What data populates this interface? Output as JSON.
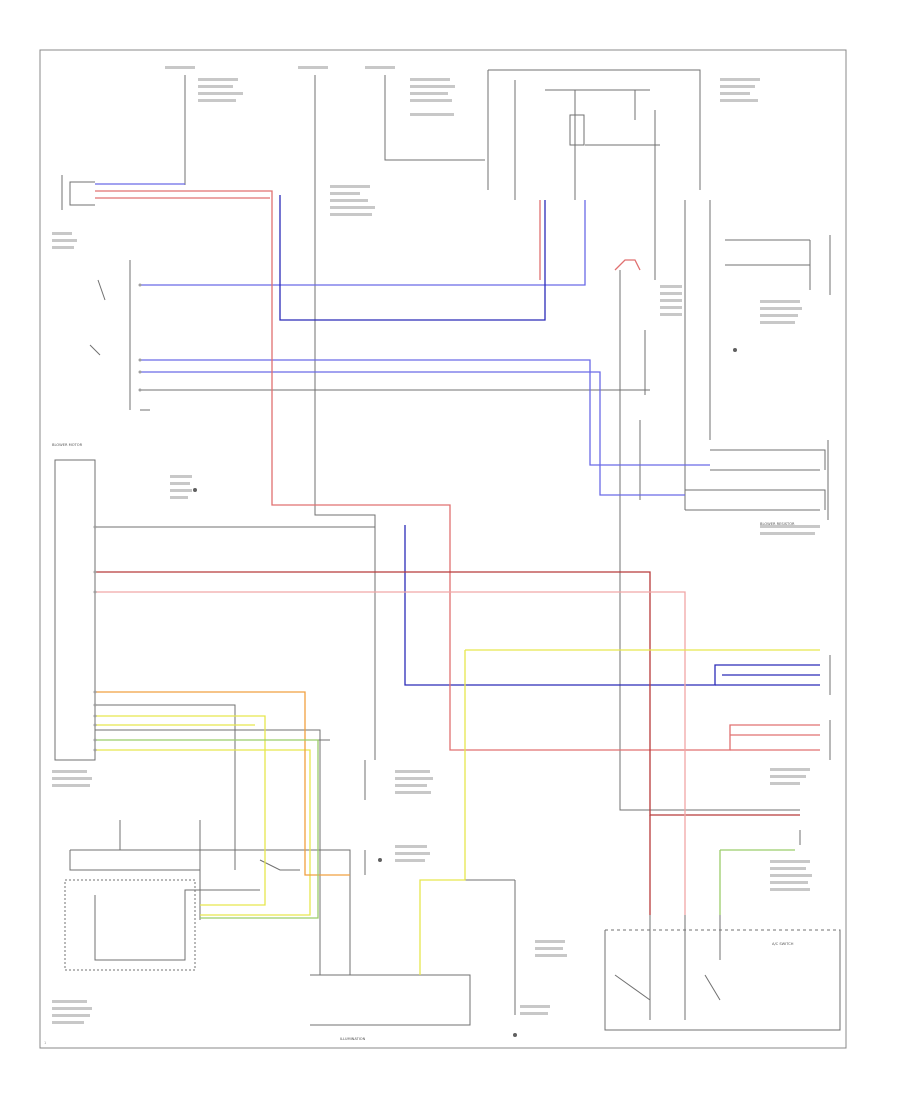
{
  "labels": {
    "blower_resistor": "BLOWER RESISTOR",
    "blower_motor": "BLOWER MOTOR",
    "fuse_panel_note": "FUSE PANEL",
    "blower_resistor_note": "BLOWER RESISTOR",
    "ac_switch": "A/C SWITCH",
    "mode_switch_note": "MODE SWITCH",
    "illumination": "ILLUMINATION",
    "page_id": "1"
  },
  "colors": {
    "blue": "#6a6ae6",
    "dark_blue": "#2b2bb8",
    "red": "#e07070",
    "dark_red": "#b83a3a",
    "pink": "#f0a6a6",
    "yellow": "#e6e64d",
    "orange": "#f0a040",
    "green": "#9acd6a",
    "grey": "#808080"
  }
}
